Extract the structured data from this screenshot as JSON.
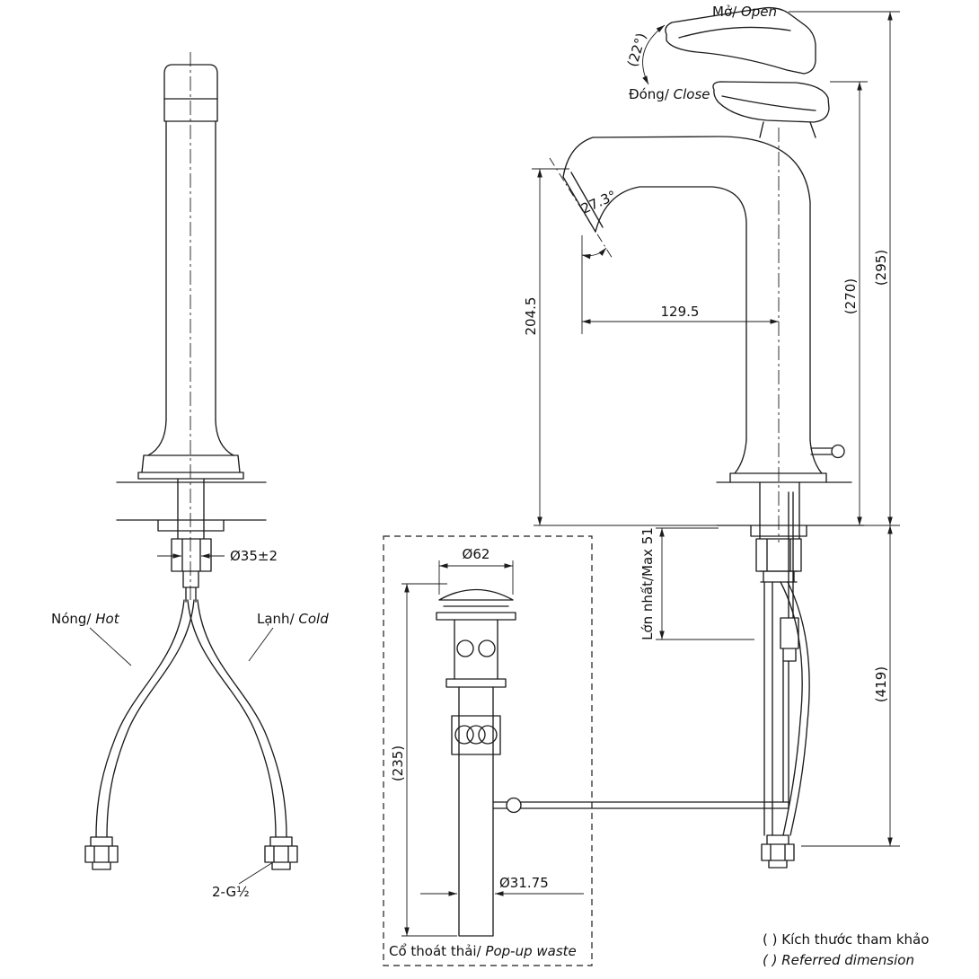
{
  "drawing": {
    "colors": {
      "line": "#1c1c1c",
      "background": "#ffffff"
    },
    "side_view": {
      "open_vi": "Mở/",
      "open_en": " Open",
      "close_vi": "Đóng/",
      "close_en": " Close",
      "open_angle": "(22°)",
      "spout_angle": "27.3°",
      "spout_height": "204.5",
      "spout_reach": "129.5",
      "height_closed": "(270)",
      "height_open": "(295)",
      "max_deck": "Lớn nhất/Max 51",
      "depth_total": "(419)"
    },
    "front_view": {
      "hot_vi": "Nóng/",
      "hot_en": " Hot",
      "cold_vi": "Lạnh/",
      "cold_en": " Cold",
      "shank_dia": "Ø35±2",
      "thread": "2-G½"
    },
    "popup_view": {
      "cap_dia": "Ø62",
      "height": "(235)",
      "tail_dia": "Ø31.75",
      "label_vi": "Cổ thoát thải/",
      "label_en": " Pop-up waste"
    },
    "notes": {
      "reference_vi": "( ) Kích thước tham khảo",
      "reference_en": "( ) Referred dimension"
    }
  }
}
